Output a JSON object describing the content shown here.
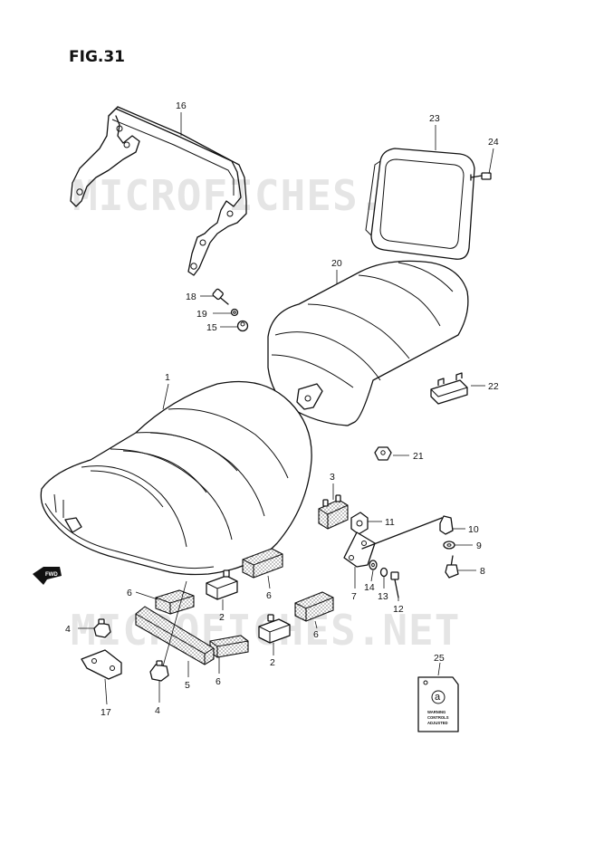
{
  "figure": {
    "title": "FIG.31"
  },
  "watermark": {
    "text_top": "MICROFICHES.NET",
    "text_bottom": "MICROFICHES.NET"
  },
  "front_marker": {
    "label": "FWD"
  },
  "tag": {
    "letter": "a",
    "line1": "WARNING",
    "line2": "CONTROLS",
    "line3": "ADJUSTED"
  },
  "callouts": {
    "c1": "1",
    "c2a": "2",
    "c2b": "2",
    "c3": "3",
    "c4a": "4",
    "c4b": "4",
    "c5": "5",
    "c6a": "6",
    "c6b": "6",
    "c6c": "6",
    "c6d": "6",
    "c7": "7",
    "c8": "8",
    "c9": "9",
    "c10": "10",
    "c11": "11",
    "c12": "12",
    "c13": "13",
    "c14": "14",
    "c15": "15",
    "c16": "16",
    "c17": "17",
    "c18": "18",
    "c19": "19",
    "c20": "20",
    "c21": "21",
    "c22": "22",
    "c23": "23",
    "c24": "24",
    "c25": "25"
  }
}
